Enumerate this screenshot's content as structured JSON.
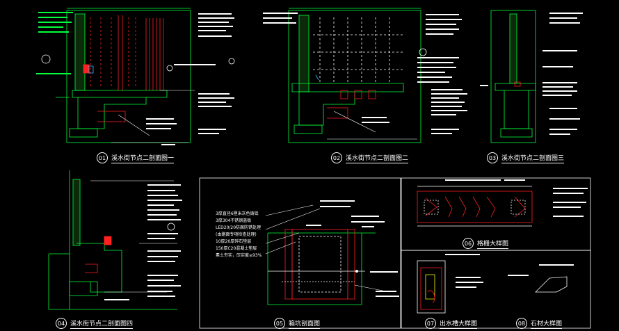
{
  "colors": {
    "background": "#000000",
    "green": "#00ff3c",
    "red": "#ff2020",
    "white": "#ffffff",
    "yellow": "#ffff00",
    "cyan": "#33bbff"
  },
  "details": [
    {
      "id": "01",
      "num": "01",
      "title": "溪水街节点二剖面图一"
    },
    {
      "id": "02",
      "num": "02",
      "title": "溪水街节点二剖面图二"
    },
    {
      "id": "03",
      "num": "03",
      "title": "溪水街节点二剖面图三"
    },
    {
      "id": "04",
      "num": "04",
      "title": "溪水街节点二剖面图四"
    },
    {
      "id": "05",
      "num": "05",
      "title": "箱坑剖面图"
    },
    {
      "id": "06",
      "num": "06",
      "title": "格栅大样图"
    },
    {
      "id": "07",
      "num": "07",
      "title": "出水槽大样图"
    },
    {
      "id": "08",
      "num": "08",
      "title": "石材大样图"
    }
  ],
  "notes05": [
    "3厚直径6厘米灰色铸铝",
    "3厚304不锈钢盖板",
    "LED20/20防腐防锈处理",
    "(由路面专项检查处理)",
    "10厚20厚碎石垫层",
    "150厚C20混凝土垫层",
    "素土夯实，压实度≥93%"
  ]
}
